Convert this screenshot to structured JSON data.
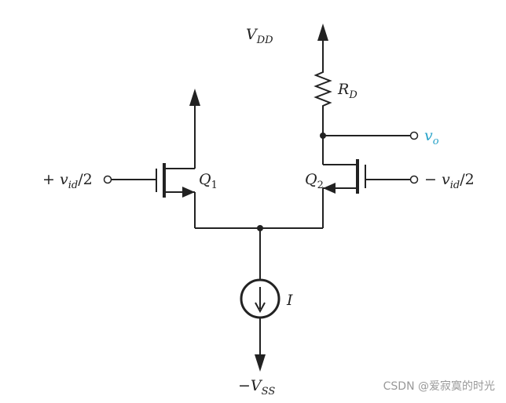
{
  "labels": {
    "vdd": {
      "main": "V",
      "sub": "DD"
    },
    "rd": {
      "main": "R",
      "sub": "D"
    },
    "vo": {
      "main": "v",
      "sub": "o"
    },
    "q1": {
      "main": "Q",
      "sub": "1"
    },
    "q2": {
      "main": "Q",
      "sub": "2"
    },
    "in_pos": {
      "prefix": "+ ",
      "main": "v",
      "sub": "id",
      "suffix": "/2"
    },
    "in_neg": {
      "prefix": "− ",
      "main": "v",
      "sub": "id",
      "suffix": "/2"
    },
    "current": {
      "main": "I"
    },
    "vss": {
      "prefix": "−",
      "main": "V",
      "sub": "SS"
    }
  },
  "watermark": "CSDN @爱寂寞的时光",
  "colors": {
    "line": "#222222",
    "output_label": "#29a3c9",
    "watermark": "#999999"
  }
}
